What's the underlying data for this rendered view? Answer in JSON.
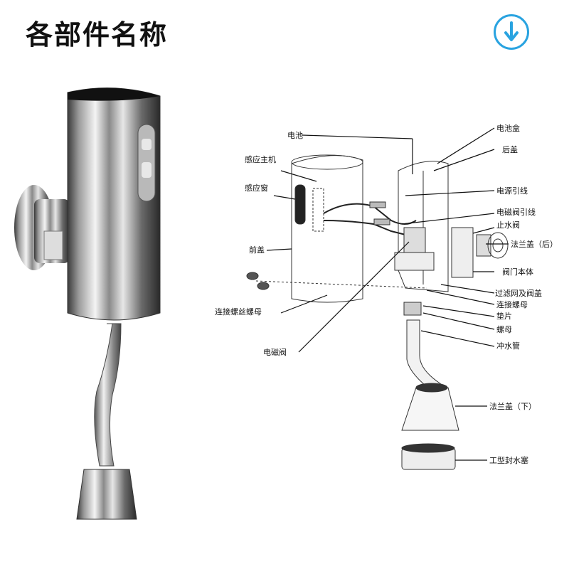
{
  "title": "各部件名称",
  "download_icon": "arrow-down-circle-icon",
  "accent_color": "#29a3e0",
  "labels": {
    "battery": "电池",
    "sensor_host": "感应主机",
    "sensor_window": "感应窗",
    "front_cover": "前盖",
    "connect_screw_nut": "连接螺丝螺母",
    "solenoid_valve": "电磁阀",
    "battery_box": "电池盒",
    "back_cover": "后盖",
    "power_lead": "电源引线",
    "solenoid_lead": "电磁阀引线",
    "stop_valve": "止水阀",
    "flange_cover_back": "法兰盖（后）",
    "valve_body": "阀门本体",
    "filter_and_cover": "过滤网及阀盖",
    "connect_nut": "连接螺母",
    "gasket": "垫片",
    "nut": "螺母",
    "flush_pipe": "冲水管",
    "flange_cover_bottom": "法兰盖（下）",
    "t_seal_plug": "工型封水塞"
  }
}
